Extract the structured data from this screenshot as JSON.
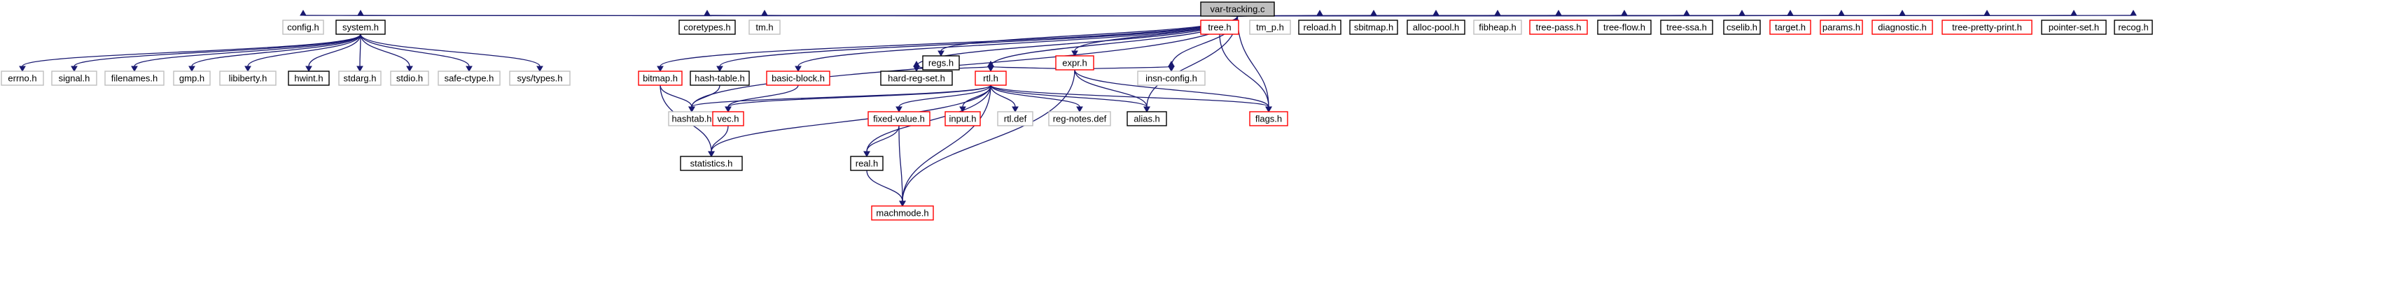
{
  "colors": {
    "edge": "#191970",
    "border_documented": "#000000",
    "border_truncated": "#ff0000",
    "border_external": "#bfbfbf",
    "root_fill": "#bfbfbf",
    "node_fill": "#ffffff"
  },
  "legend_note": "",
  "nodes": [
    {
      "id": "var-tracking",
      "label": "var-tracking.c",
      "kind": "root"
    },
    {
      "id": "config",
      "label": "config.h",
      "kind": "gray"
    },
    {
      "id": "system",
      "label": "system.h",
      "kind": "black"
    },
    {
      "id": "coretypes",
      "label": "coretypes.h",
      "kind": "black"
    },
    {
      "id": "tm",
      "label": "tm.h",
      "kind": "gray"
    },
    {
      "id": "rtl",
      "label": "rtl.h",
      "kind": "red"
    },
    {
      "id": "tree",
      "label": "tree.h",
      "kind": "red"
    },
    {
      "id": "tm_p",
      "label": "tm_p.h",
      "kind": "gray"
    },
    {
      "id": "hard-reg-set",
      "label": "hard-reg-set.h",
      "kind": "black"
    },
    {
      "id": "basic-block",
      "label": "basic-block.h",
      "kind": "red"
    },
    {
      "id": "flags",
      "label": "flags.h",
      "kind": "red"
    },
    {
      "id": "insn-config",
      "label": "insn-config.h",
      "kind": "gray"
    },
    {
      "id": "reload",
      "label": "reload.h",
      "kind": "black"
    },
    {
      "id": "sbitmap",
      "label": "sbitmap.h",
      "kind": "black"
    },
    {
      "id": "alloc-pool",
      "label": "alloc-pool.h",
      "kind": "black"
    },
    {
      "id": "fibheap",
      "label": "fibheap.h",
      "kind": "gray"
    },
    {
      "id": "hashtab",
      "label": "hashtab.h",
      "kind": "gray"
    },
    {
      "id": "regs",
      "label": "regs.h",
      "kind": "black"
    },
    {
      "id": "expr",
      "label": "expr.h",
      "kind": "red"
    },
    {
      "id": "tree-pass",
      "label": "tree-pass.h",
      "kind": "red"
    },
    {
      "id": "tree-flow",
      "label": "tree-flow.h",
      "kind": "black"
    },
    {
      "id": "tree-ssa",
      "label": "tree-ssa.h",
      "kind": "black"
    },
    {
      "id": "cselib",
      "label": "cselib.h",
      "kind": "black"
    },
    {
      "id": "target",
      "label": "target.h",
      "kind": "red"
    },
    {
      "id": "params",
      "label": "params.h",
      "kind": "red"
    },
    {
      "id": "diagnostic",
      "label": "diagnostic.h",
      "kind": "red"
    },
    {
      "id": "tree-pretty-print",
      "label": "tree-pretty-print.h",
      "kind": "red"
    },
    {
      "id": "pointer-set",
      "label": "pointer-set.h",
      "kind": "black"
    },
    {
      "id": "recog",
      "label": "recog.h",
      "kind": "black"
    },
    {
      "id": "errno",
      "label": "errno.h",
      "kind": "gray"
    },
    {
      "id": "signal",
      "label": "signal.h",
      "kind": "gray"
    },
    {
      "id": "filenames",
      "label": "filenames.h",
      "kind": "gray"
    },
    {
      "id": "gmp",
      "label": "gmp.h",
      "kind": "gray"
    },
    {
      "id": "libiberty",
      "label": "libiberty.h",
      "kind": "gray"
    },
    {
      "id": "hwint",
      "label": "hwint.h",
      "kind": "black"
    },
    {
      "id": "stdarg",
      "label": "stdarg.h",
      "kind": "gray"
    },
    {
      "id": "stdio",
      "label": "stdio.h",
      "kind": "gray"
    },
    {
      "id": "safe-ctype",
      "label": "safe-ctype.h",
      "kind": "gray"
    },
    {
      "id": "sys-types",
      "label": "sys/types.h",
      "kind": "gray"
    },
    {
      "id": "bitmap",
      "label": "bitmap.h",
      "kind": "red"
    },
    {
      "id": "hash-table",
      "label": "hash-table.h",
      "kind": "black"
    },
    {
      "id": "statistics",
      "label": "statistics.h",
      "kind": "black"
    },
    {
      "id": "vec",
      "label": "vec.h",
      "kind": "red"
    },
    {
      "id": "fixed-value",
      "label": "fixed-value.h",
      "kind": "red"
    },
    {
      "id": "input",
      "label": "input.h",
      "kind": "red"
    },
    {
      "id": "rtl-def",
      "label": "rtl.def",
      "kind": "gray"
    },
    {
      "id": "reg-notes",
      "label": "reg-notes.def",
      "kind": "gray"
    },
    {
      "id": "alias",
      "label": "alias.h",
      "kind": "black"
    },
    {
      "id": "real",
      "label": "real.h",
      "kind": "black"
    },
    {
      "id": "machmode",
      "label": "machmode.h",
      "kind": "red"
    }
  ],
  "edges": [
    [
      "var-tracking",
      "config"
    ],
    [
      "var-tracking",
      "system"
    ],
    [
      "var-tracking",
      "coretypes"
    ],
    [
      "var-tracking",
      "tm"
    ],
    [
      "var-tracking",
      "rtl"
    ],
    [
      "var-tracking",
      "tree"
    ],
    [
      "var-tracking",
      "tm_p"
    ],
    [
      "var-tracking",
      "hard-reg-set"
    ],
    [
      "var-tracking",
      "basic-block"
    ],
    [
      "var-tracking",
      "flags"
    ],
    [
      "var-tracking",
      "insn-config"
    ],
    [
      "var-tracking",
      "reload"
    ],
    [
      "var-tracking",
      "sbitmap"
    ],
    [
      "var-tracking",
      "alloc-pool"
    ],
    [
      "var-tracking",
      "fibheap"
    ],
    [
      "var-tracking",
      "hashtab"
    ],
    [
      "var-tracking",
      "regs"
    ],
    [
      "var-tracking",
      "expr"
    ],
    [
      "var-tracking",
      "tree-pass"
    ],
    [
      "var-tracking",
      "tree-flow"
    ],
    [
      "var-tracking",
      "tree-ssa"
    ],
    [
      "var-tracking",
      "cselib"
    ],
    [
      "var-tracking",
      "target"
    ],
    [
      "var-tracking",
      "params"
    ],
    [
      "var-tracking",
      "diagnostic"
    ],
    [
      "var-tracking",
      "tree-pretty-print"
    ],
    [
      "var-tracking",
      "pointer-set"
    ],
    [
      "var-tracking",
      "recog"
    ],
    [
      "var-tracking",
      "alias"
    ],
    [
      "var-tracking",
      "bitmap"
    ],
    [
      "var-tracking",
      "hash-table"
    ],
    [
      "system",
      "errno"
    ],
    [
      "system",
      "signal"
    ],
    [
      "system",
      "filenames"
    ],
    [
      "system",
      "gmp"
    ],
    [
      "system",
      "libiberty"
    ],
    [
      "system",
      "hwint"
    ],
    [
      "system",
      "stdarg"
    ],
    [
      "system",
      "stdio"
    ],
    [
      "system",
      "safe-ctype"
    ],
    [
      "system",
      "sys-types"
    ],
    [
      "bitmap",
      "hashtab"
    ],
    [
      "bitmap",
      "statistics"
    ],
    [
      "hash-table",
      "hashtab"
    ],
    [
      "basic-block",
      "vec"
    ],
    [
      "vec",
      "statistics"
    ],
    [
      "regs",
      "rtl"
    ],
    [
      "regs",
      "hard-reg-set"
    ],
    [
      "expr",
      "rtl"
    ],
    [
      "expr",
      "insn-config"
    ],
    [
      "expr",
      "alias"
    ],
    [
      "expr",
      "flags"
    ],
    [
      "expr",
      "machmode"
    ],
    [
      "rtl",
      "hashtab"
    ],
    [
      "rtl",
      "vec"
    ],
    [
      "rtl",
      "statistics"
    ],
    [
      "rtl",
      "fixed-value"
    ],
    [
      "rtl",
      "input"
    ],
    [
      "rtl",
      "rtl-def"
    ],
    [
      "rtl",
      "reg-notes"
    ],
    [
      "rtl",
      "alias"
    ],
    [
      "rtl",
      "real"
    ],
    [
      "rtl",
      "machmode"
    ],
    [
      "rtl",
      "flags"
    ],
    [
      "fixed-value",
      "real"
    ],
    [
      "fixed-value",
      "machmode"
    ],
    [
      "real",
      "machmode"
    ],
    [
      "tree",
      "flags"
    ]
  ]
}
